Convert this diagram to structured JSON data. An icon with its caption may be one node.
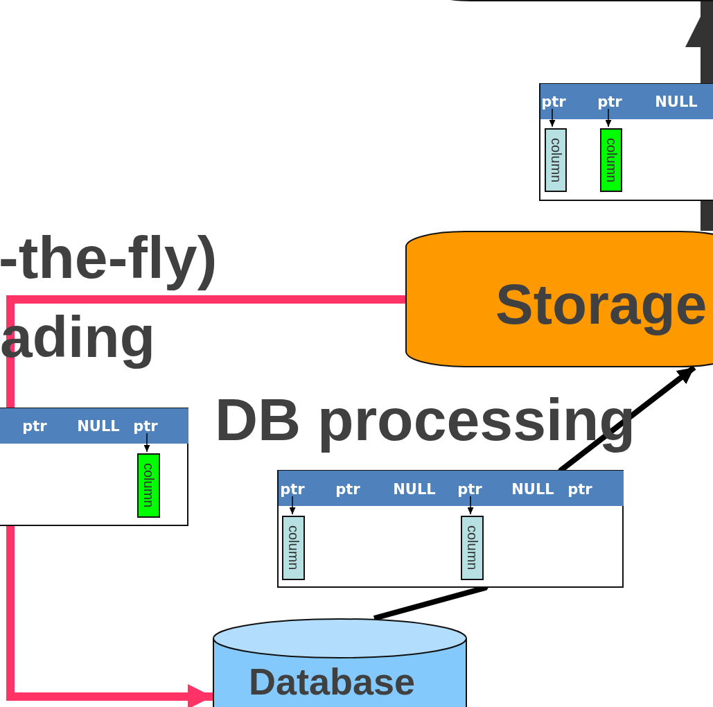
{
  "diagram": {
    "nodes": [
      {
        "text": [],
        "shape": "box"
      },
      {
        "text": [],
        "shape": "box"
      },
      {
        "text": [
          "ptr"
        ],
        "in": 1
      },
      {
        "text": [
          "ptr"
        ],
        "in": 1
      },
      {
        "text": [
          "NULL"
        ],
        "in": 1
      },
      {
        "text": [
          "column"
        ],
        "in": 1
      },
      {
        "text": [
          "column"
        ],
        "in": 1
      },
      {
        "text": [
          "Storage"
        ]
      },
      {
        "text": [],
        "shape": "box"
      },
      {
        "text": [
          "ptr"
        ],
        "in": 8
      },
      {
        "text": [
          "NULL"
        ],
        "in": 8
      },
      {
        "text": [
          "ptr"
        ],
        "in": 8
      },
      {
        "text": [
          "column"
        ],
        "in": 8
      },
      {
        "text": [],
        "shape": "box"
      },
      {
        "text": [
          "ptr"
        ],
        "in": 13
      },
      {
        "text": [
          "ptr"
        ],
        "in": 13
      },
      {
        "text": [
          "NULL"
        ],
        "in": 13
      },
      {
        "text": [
          "ptr"
        ],
        "in": 13
      },
      {
        "text": [
          "NULL"
        ],
        "in": 13
      },
      {
        "text": [
          "ptr"
        ],
        "in": 13
      },
      {
        "text": [
          "column"
        ],
        "in": 13
      },
      {
        "text": [
          "column"
        ],
        "in": 13
      },
      {
        "text": [
          "Database"
        ]
      }
    ],
    "edges": [
      {
        "from": 7,
        "to": 0,
        "arrow": "to",
        "style": "thick",
        "color": "#333333"
      },
      {
        "from": 2,
        "to": 5,
        "arrow": "to"
      },
      {
        "from": 3,
        "to": 6,
        "arrow": "to"
      },
      {
        "from": 11,
        "to": 12,
        "arrow": "to"
      },
      {
        "from": 14,
        "to": 20,
        "arrow": "to"
      },
      {
        "from": 17,
        "to": 21,
        "arrow": "to"
      },
      {
        "from": 7,
        "to": 22,
        "arrow": "to",
        "style": "thick",
        "color": "#ff3366"
      },
      {
        "from": 22,
        "to": 7,
        "arrow": "to",
        "style": "thick"
      }
    ],
    "labels": [
      "-the-fly)",
      "ading",
      "DB processing"
    ]
  }
}
